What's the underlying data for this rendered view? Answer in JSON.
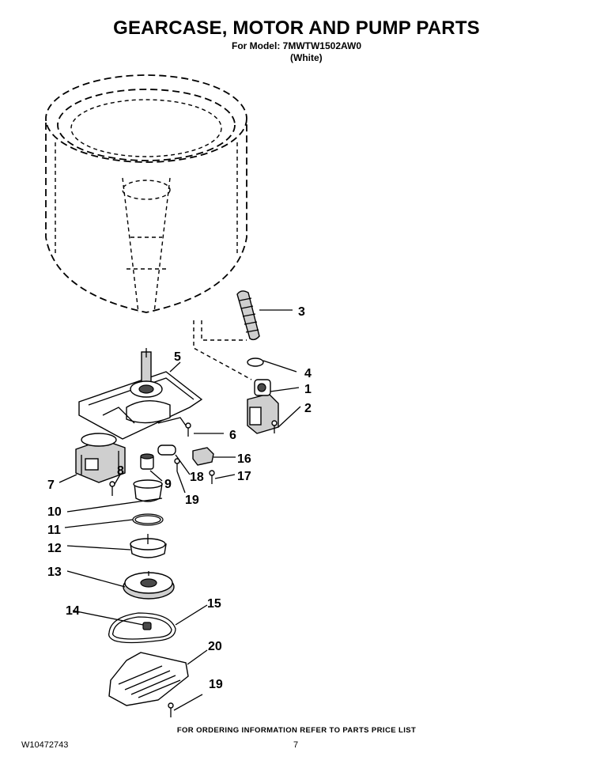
{
  "header": {
    "title": "GEARCASE, MOTOR AND PUMP PARTS",
    "model_line": "For Model: 7MWTW1502AW0",
    "color_line": "(White)"
  },
  "callouts": {
    "c1": "1",
    "c2": "2",
    "c3": "3",
    "c4": "4",
    "c5": "5",
    "c6": "6",
    "c7": "7",
    "c8": "8",
    "c9": "9",
    "c10": "10",
    "c11": "11",
    "c12": "12",
    "c13": "13",
    "c14": "14",
    "c15": "15",
    "c16": "16",
    "c17": "17",
    "c18": "18",
    "c19a": "19",
    "c19b": "19",
    "c20": "20"
  },
  "footer": {
    "ordering_note": "FOR ORDERING INFORMATION REFER TO PARTS PRICE LIST",
    "doc_number": "W10472743",
    "page_number": "7"
  }
}
